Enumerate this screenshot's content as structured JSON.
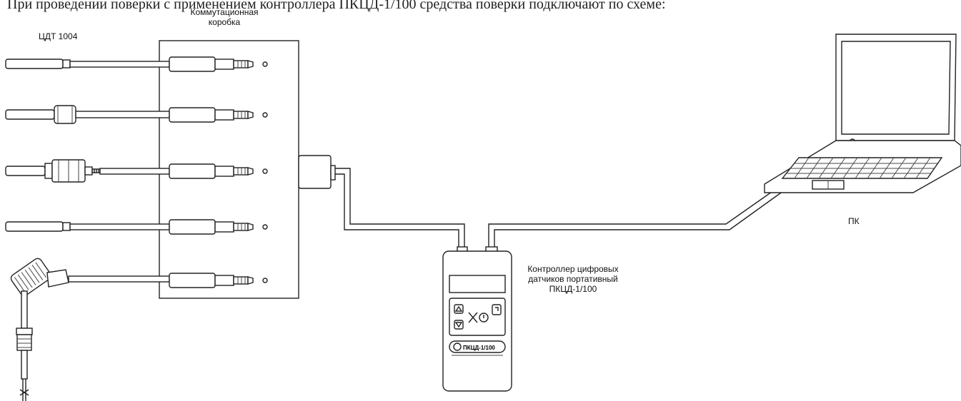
{
  "header": {
    "text": "При проведении поверки с применением контроллера ПКЦД-1/100 средства поверки подключают по схеме:"
  },
  "labels": {
    "sensor": "ЦДТ 1004",
    "box_line1": "Коммутационная",
    "box_line2": "коробка",
    "controller_line1": "Контроллер цифровых",
    "controller_line2": "датчиков портативный",
    "controller_line3": "ПКЦД-1/100",
    "pc": "ПК",
    "device_badge": "ПКЦД-1/100"
  }
}
